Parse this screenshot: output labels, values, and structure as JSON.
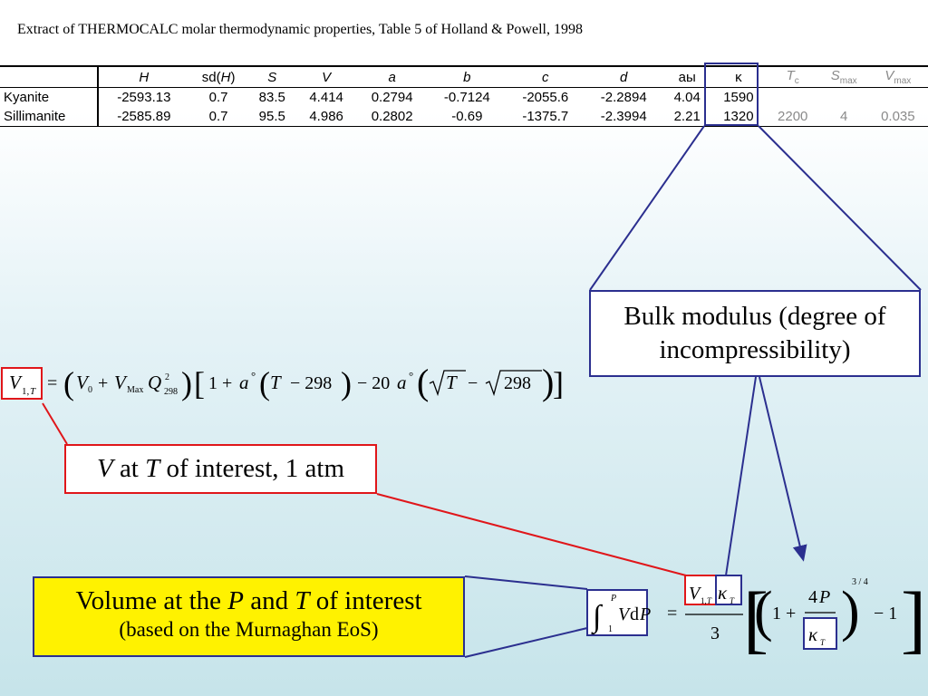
{
  "caption": "Extract of THERMOCALC molar thermodynamic properties, Table 5 of Holland & Powell, 1998",
  "table": {
    "headers": [
      "H",
      "sd(H)",
      "S",
      "V",
      "a",
      "b",
      "c",
      "d",
      "aы",
      "κ",
      "Tc",
      "Smax",
      "Vmax"
    ],
    "rows": [
      {
        "name": "Kyanite",
        "values": [
          "-2593.13",
          "0.7",
          "83.5",
          "4.414",
          "0.2794",
          "-0.7124",
          "-2055.6",
          "-2.2894",
          "4.04",
          "1590",
          "",
          "",
          ""
        ]
      },
      {
        "name": "Sillimanite",
        "values": [
          "-2585.89",
          "0.7",
          "95.5",
          "4.986",
          "0.2802",
          "-0.69",
          "-1375.7",
          "-2.3994",
          "2.21",
          "1320",
          "2200",
          "4",
          "0.035"
        ]
      }
    ]
  },
  "callouts": {
    "bulk_modulus": "Bulk modulus (degree of incompressibility)",
    "v_at_t": {
      "v": "V",
      "at": " at ",
      "t": "T",
      "rest": " of interest, 1 atm"
    },
    "volume": {
      "line1_a": "Volume at the ",
      "p": "P",
      "and": " and ",
      "t": "T",
      "line1_b": " of interest",
      "line2": "(based on the Murnaghan EoS)"
    }
  },
  "colors": {
    "red": "#e0161a",
    "blue": "#2b2f8f",
    "yellow": "#fff200"
  }
}
